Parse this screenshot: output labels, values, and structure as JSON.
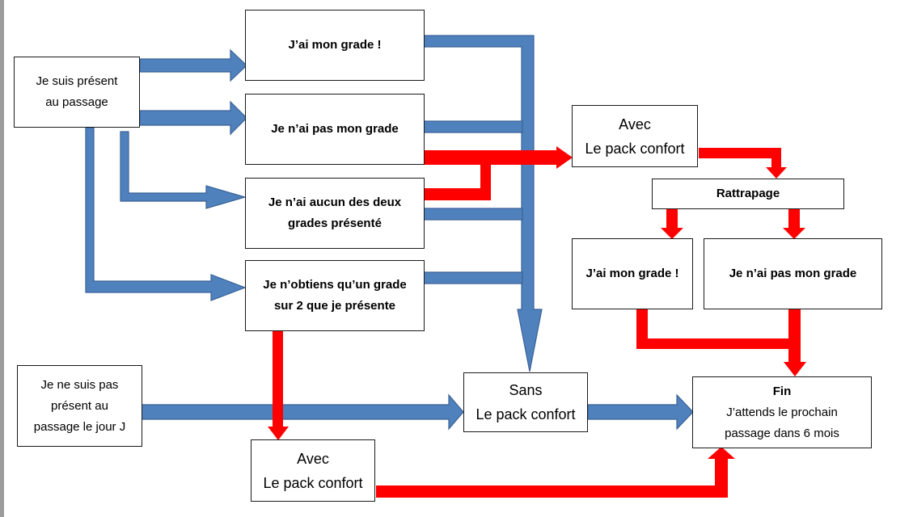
{
  "colors": {
    "blue": "#4f81bd",
    "blue_edge": "#3a6296",
    "red": "#ff0000",
    "border": "#1a1a1a"
  },
  "boxes": {
    "present": [
      "Je suis présent",
      "au passage"
    ],
    "got_grade": [
      "J’ai mon grade !"
    ],
    "not_grade": [
      "Je n’ai pas mon grade"
    ],
    "none_two": [
      "Je n’ai aucun des deux",
      "grades présenté"
    ],
    "one_of_two": [
      "Je n’obtiens qu’un grade",
      "sur 2 que je présente"
    ],
    "absent": [
      "Je ne suis pas",
      "présent au",
      "passage le jour J"
    ],
    "avec_top": [
      "Avec",
      "Le pack confort"
    ],
    "rattrapage": [
      "Rattrapage"
    ],
    "rattrapage_got": [
      "J’ai mon grade !"
    ],
    "rattrapage_not": [
      "Je n’ai pas mon grade"
    ],
    "sans": [
      "Sans",
      "Le pack confort"
    ],
    "fin_title": "Fin",
    "fin_text": [
      "J’attends le prochain",
      "passage dans 6 mois"
    ],
    "avec_bottom": [
      "Avec",
      "Le pack confort"
    ]
  }
}
